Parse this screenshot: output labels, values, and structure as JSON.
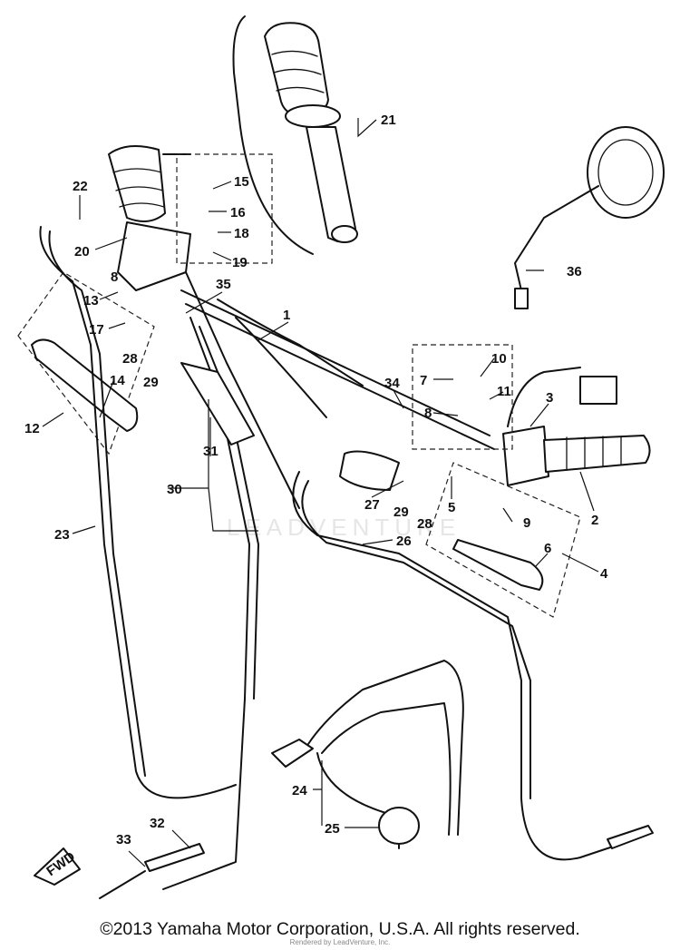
{
  "diagram": {
    "callouts": [
      "1",
      "2",
      "3",
      "4",
      "5",
      "6",
      "7",
      "8",
      "9",
      "10",
      "11",
      "12",
      "13",
      "14",
      "15",
      "16",
      "17",
      "18",
      "19",
      "20",
      "21",
      "22",
      "23",
      "24",
      "25",
      "26",
      "27",
      "28",
      "29",
      "30",
      "31",
      "32",
      "33",
      "34",
      "35",
      "36",
      "8",
      "27",
      "28",
      "29",
      "28",
      "29"
    ],
    "fwd_label": "FWD",
    "watermark": "LEADVENTURE"
  },
  "footer": {
    "copyright": "©2013 Yamaha Motor Corporation, U.S.A. All rights reserved.",
    "rendered_by": "Rendered by LeadVenture, Inc."
  }
}
